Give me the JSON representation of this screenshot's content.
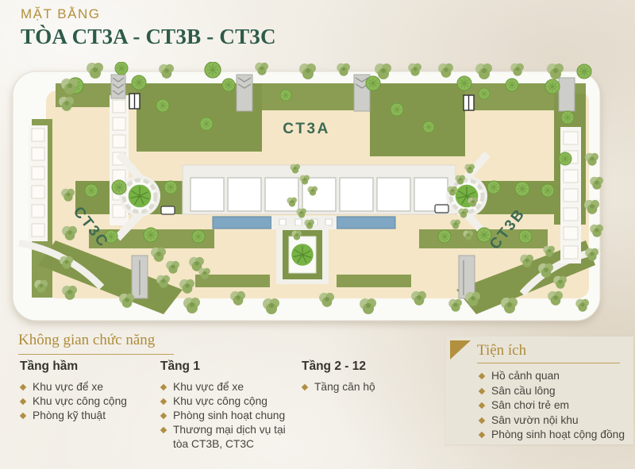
{
  "header": {
    "eyebrow": "MẶT BẰNG",
    "title": "TÒA CT3A - CT3B - CT3C"
  },
  "plan": {
    "towers": {
      "a": "CT3A",
      "b": "CT3B",
      "c": "CT3C"
    }
  },
  "function_spaces": {
    "title": "Không gian chức năng",
    "columns": [
      {
        "heading": "Tầng hầm",
        "items": [
          "Khu vực để xe",
          "Khu vực công cộng",
          "Phòng kỹ thuật"
        ]
      },
      {
        "heading": "Tầng 1",
        "items": [
          "Khu vực để xe",
          "Khu vực công cộng",
          "Phòng sinh hoạt chung",
          "Thương mại dịch vụ tại tòa CT3B, CT3C"
        ]
      },
      {
        "heading": "Tầng 2 - 12",
        "items": [
          "Tầng căn hộ"
        ]
      }
    ]
  },
  "amenities": {
    "title": "Tiện ích",
    "items": [
      "Hồ cảnh quan",
      "Sân cầu lông",
      "Sân chơi trẻ em",
      "Sân vườn nội khu",
      "Phòng sinh hoạt cộng đồng"
    ]
  },
  "colors": {
    "gold": "#B2903E",
    "title_green": "#2E5B49",
    "plan_label_green": "#3C6A53",
    "landscape_green": "#8A9D53",
    "building_beige": "#F5E6C7",
    "pool_blue": "#7FA6C2",
    "panel_bg": "#E9E4D8",
    "page_bg": "#F1EDE4"
  }
}
